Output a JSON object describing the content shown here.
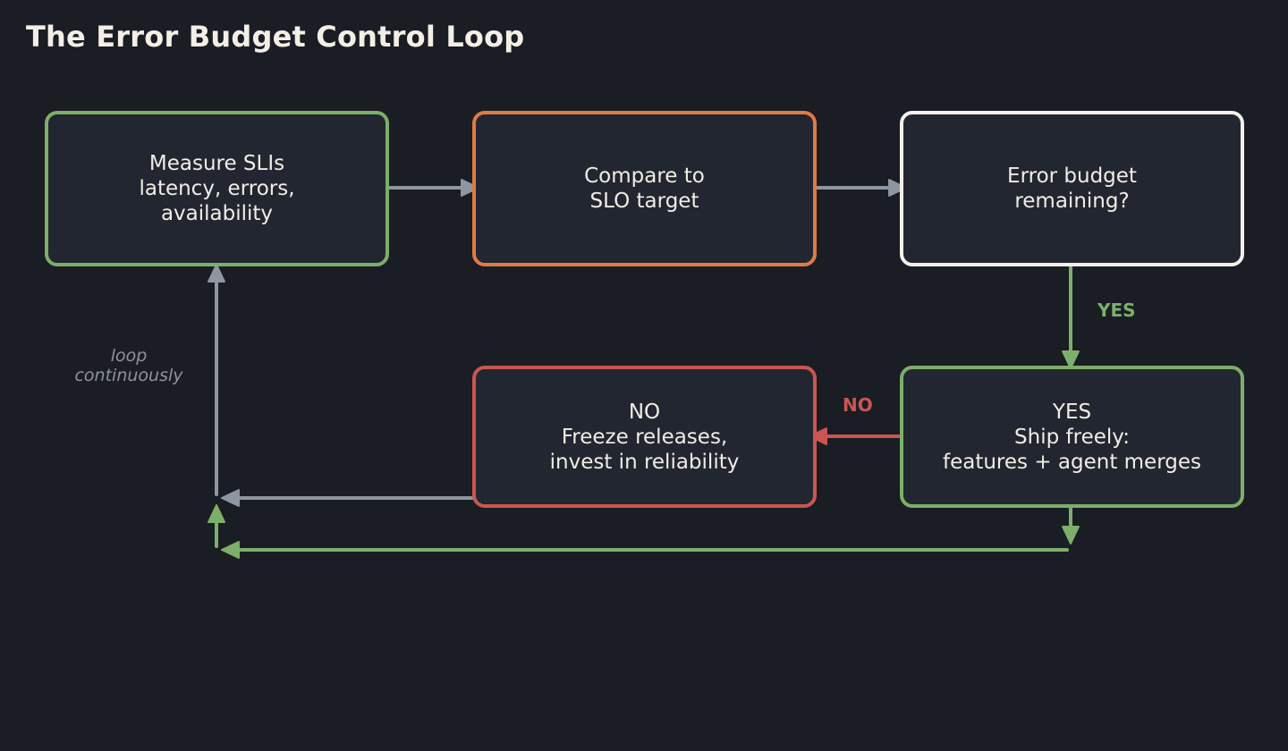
{
  "title": "The Error Budget Control Loop",
  "colors": {
    "background": "#1b1d24",
    "box_fill": "#222631",
    "text": "#f1ede4",
    "green": "#7caf6a",
    "orange": "#e07b45",
    "white": "#f5f1ea",
    "red": "#c95650",
    "gray": "#8e96a1"
  },
  "nodes": {
    "measure": {
      "lines": [
        "Measure SLIs",
        "latency, errors,",
        "availability"
      ],
      "border": "green"
    },
    "compare": {
      "lines": [
        "Compare to",
        "SLO target"
      ],
      "border": "orange"
    },
    "decision": {
      "lines": [
        "Error budget",
        "remaining?"
      ],
      "border": "white"
    },
    "freeze": {
      "lines": [
        "NO",
        "Freeze releases,",
        "invest in reliability"
      ],
      "border": "red"
    },
    "ship": {
      "lines": [
        "YES",
        "Ship freely:",
        "features + agent merges"
      ],
      "border": "green"
    }
  },
  "edge_labels": {
    "yes": "YES",
    "no": "NO"
  },
  "note": {
    "lines": [
      "loop",
      "continuously"
    ]
  },
  "edges": [
    {
      "from": "measure",
      "to": "compare",
      "color": "gray"
    },
    {
      "from": "compare",
      "to": "decision",
      "color": "gray"
    },
    {
      "from": "decision",
      "to": "ship",
      "color": "green",
      "label": "yes"
    },
    {
      "from": "ship",
      "to": "freeze",
      "color": "red",
      "label": "no"
    },
    {
      "from": "freeze",
      "to": "measure",
      "color": "gray"
    },
    {
      "from": "ship",
      "to": "measure",
      "color": "green"
    }
  ]
}
